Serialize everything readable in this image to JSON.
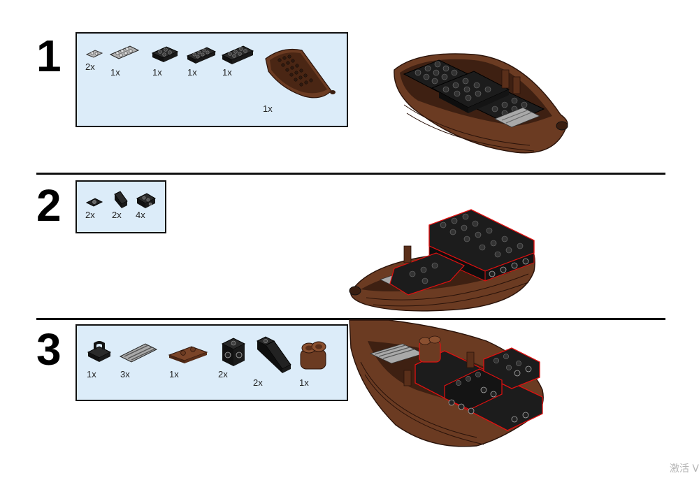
{
  "steps": [
    {
      "number": "1",
      "parts": [
        {
          "icon": "plate-1x2-light-gray",
          "qty": "2x"
        },
        {
          "icon": "plate-2x4-light-gray",
          "qty": "1x"
        },
        {
          "icon": "plate-2x3-black",
          "qty": "1x"
        },
        {
          "icon": "plate-2x4-black",
          "qty": "1x"
        },
        {
          "icon": "plate-2x4-black",
          "qty": "1x"
        },
        {
          "icon": "boat-hull-brown",
          "qty": "1x"
        }
      ]
    },
    {
      "number": "2",
      "parts": [
        {
          "icon": "plate-modified-1x1-black",
          "qty": "2x"
        },
        {
          "icon": "slope-black",
          "qty": "2x"
        },
        {
          "icon": "bracket-black",
          "qty": "4x"
        }
      ]
    },
    {
      "number": "3",
      "parts": [
        {
          "icon": "clip-plate-black",
          "qty": "1x"
        },
        {
          "icon": "grille-tile-light-gray",
          "qty": "3x"
        },
        {
          "icon": "plate-1x2-brown",
          "qty": "1x"
        },
        {
          "icon": "brick-studs-on-side-black",
          "qty": "2x"
        },
        {
          "icon": "slope-2x2-black",
          "qty": "2x"
        },
        {
          "icon": "brick-round-brown",
          "qty": "1x"
        }
      ]
    }
  ],
  "watermark": "激活 V",
  "colors": {
    "parts_box_bg": "#dcecf9",
    "hull_brown": "#6b3b22",
    "brick_black": "#1c1c1c",
    "highlight_red": "#e01010"
  }
}
